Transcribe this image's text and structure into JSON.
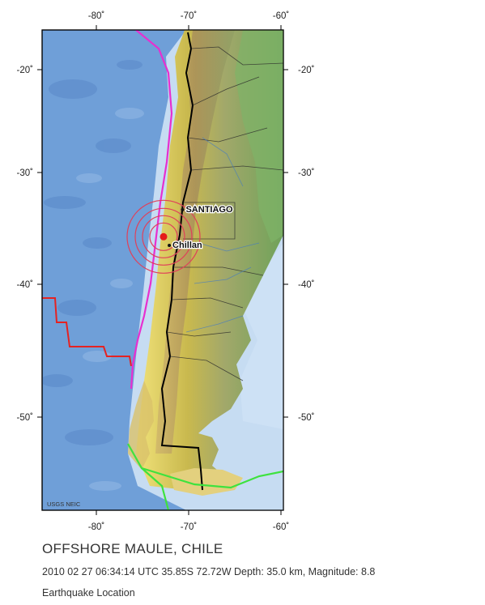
{
  "map": {
    "lon_ticks": [
      "-80˚",
      "-70˚",
      "-60˚"
    ],
    "lat_ticks": [
      "-20˚",
      "-30˚",
      "-40˚",
      "-50˚"
    ],
    "cities": [
      {
        "label": "SANTIAGO",
        "lat": -33.45,
        "lon": -70.66
      },
      {
        "label": "Chillan",
        "lat": -36.6,
        "lon": -72.1
      }
    ],
    "epicenter": {
      "lat": -35.85,
      "lon": -72.72
    },
    "credit": "USGS NEIC",
    "colors": {
      "ocean": "#6f9fd8",
      "shelf": "#cfe2f5",
      "plate_boundary": "#e72fd0",
      "fracture_zone": "#e52222",
      "southern_boundary": "#3ee23e",
      "epicenter_ring": "#e0405a",
      "epicenter": "#e51b1b"
    }
  },
  "caption": {
    "title": "OFFSHORE MAULE, CHILE",
    "details": "2010 02 27 06:34:14 UTC 35.85S 72.72W Depth: 35.0 km, Magnitude: 8.8",
    "subtitle": "Earthquake Location"
  }
}
